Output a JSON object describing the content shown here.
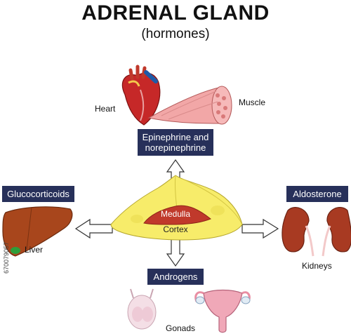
{
  "title": "ADRENAL GLAND",
  "subtitle": "(hormones)",
  "hormones": {
    "epinephrine": "Epinephrine and norepinephrine",
    "glucocorticoids": "Glucocorticoids",
    "aldosterone": "Aldosterone",
    "androgens": "Androgens"
  },
  "organs": {
    "heart": "Heart",
    "muscle": "Muscle",
    "liver": "Liver",
    "kidneys": "Kidneys",
    "gonads": "Gonads"
  },
  "gland": {
    "medulla": "Medulla",
    "cortex": "Cortex"
  },
  "watermark": "670079057",
  "colors": {
    "label_box": "#27305a",
    "cortex": "#f7ec6a",
    "medulla": "#c0392b",
    "heart": "#c62828",
    "muscle": "#f2a7a7",
    "liver": "#a8461c",
    "kidney": "#a83a22"
  }
}
